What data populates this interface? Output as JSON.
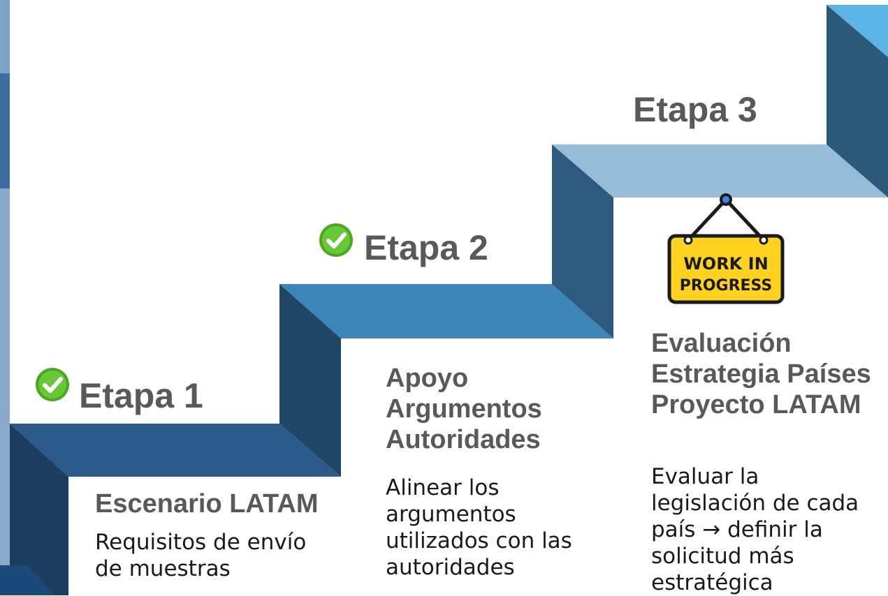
{
  "stages": [
    {
      "label": "Etapa 1",
      "completed": true,
      "heading_lines": [
        "Escenario LATAM"
      ],
      "body_lines": [
        "Requisitos de envío",
        "de muestras"
      ]
    },
    {
      "label": "Etapa 2",
      "completed": true,
      "heading_lines": [
        "Apoyo",
        "Argumentos",
        "Autoridades"
      ],
      "body_lines": [
        "Alinear los",
        "argumentos",
        "utilizados con las",
        "autoridades"
      ]
    },
    {
      "label": "Etapa 3",
      "completed": false,
      "heading_lines": [
        "Evaluación",
        "Estrategia Países",
        "Proyecto LATAM"
      ],
      "body_lines": [
        "Evaluar la",
        "legislación de cada",
        "país →  definir la",
        "solicitud más",
        "estratégica"
      ]
    }
  ],
  "sign": {
    "line1": "WORK IN",
    "line2": "PROGRESS"
  },
  "icons": {
    "completed": "check-circle-icon",
    "in_progress": "work-in-progress-sign-icon"
  },
  "colors": {
    "step1_top": "#2b5a8a",
    "step1_riser": "#1d3d5f",
    "step2_top": "#3d84b8",
    "step2_riser": "#1f4664",
    "step3_top": "#97bcd7",
    "step3_riser": "#2d5a7e",
    "step4_top": "#5cb3e6",
    "step4_riser": "#2c5978",
    "check": "#5ec22e",
    "sign_fill": "#ffd21f",
    "text": "#58595b"
  }
}
